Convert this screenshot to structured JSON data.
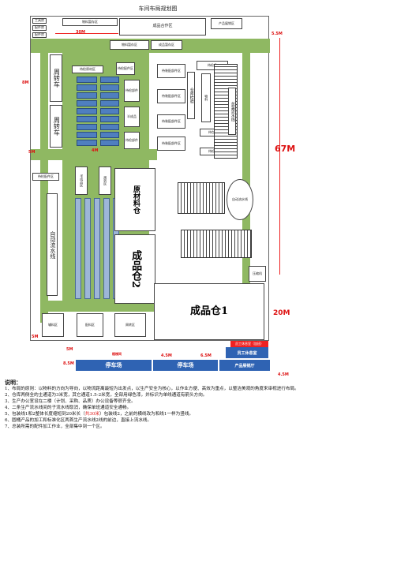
{
  "title": "车间布局规划图",
  "areas": {
    "top_left_small": [
      "工具房",
      "配件房",
      "配件房"
    ],
    "top_row": [
      "物料暂存区",
      "物料暂存区",
      "成品暂存区",
      "产品展销区"
    ],
    "cooperative": "成品合作区",
    "left_turnover_1": "周转车",
    "left_turnover_2": "周转车",
    "material_zone": "待检原材区",
    "parts_zone": "待检配件区",
    "pending_1": "待检部件",
    "pending_2": "半成品",
    "pending_3": "待检部件",
    "qc": "待检品",
    "packing": "待包材",
    "mid_labels": [
      "待装配部件区",
      "待装配部件区",
      "待装配部件区",
      "待装配部件区"
    ],
    "inspection_a": "仓库检验",
    "inspection_b": "待检区",
    "assembly": "总装流水线",
    "assembly_sub": "物料",
    "auto_line_left": "自动流水线",
    "semi_finished": "半成品区",
    "turnover_zone": "周转区",
    "shared": "共享区",
    "material_warehouse": "原材料仓",
    "finished_warehouse_2": "成品仓2",
    "finished_warehouse_1": "成品仓1",
    "auto_round": "自动流水线",
    "packing_line": "包装线",
    "left_bottom": [
      "辅料区",
      "配料区",
      "周转区"
    ],
    "left_parts": "待检配件区",
    "right_bottom_box": "压缩机"
  },
  "dimensions": {
    "top": "30M",
    "top_right": "5.5M",
    "right_main": "67M",
    "right_lower": "20M",
    "bottom_left": "5M",
    "bottom_mid": "5M",
    "bottom_right": "4.5M",
    "left_upper": "8M",
    "left_mid": "5M",
    "middle_gap": "4M",
    "bottom_dims": [
      "8.5M",
      "4.5M",
      "6.5M"
    ]
  },
  "bottom": {
    "bar_1": "停车场",
    "bar_2": "停车场",
    "bar_3": "产品展销厅",
    "box_label": "员工休息室",
    "box_note": "员工休息室（加班）",
    "stairs": "楼梯间"
  },
  "notes": {
    "heading": "说明：",
    "lines": [
      "1、布局的原则：以物料的方向为导向，以物流距离最短为出发点，以生产安全为核心，以作业方便、高效为重点，以整洁美观的角度来审视进行布局。",
      "2、仓库两侧全的主通道为3米宽，其它通道1.5-2米宽，全部用绿色漆，并标识为单线通道有箭头方向。",
      "3、生产办公室设在二楼（计划、采购、品质）办公设备等很齐全。",
      "4、二条生产流水线间的子流水线取消，确保单班通道安全通畅。",
      "5、包装线1和2整体长度缩短到20米长（",
      "6、圆桶产品的加工和标准化区两首生产流水线2线的前边，直接上流水线。",
      "7、总装所需的配件加工作业，全部集中到一个区。"
    ],
    "line5_highlight": "共30米",
    "line5_tail": "）包装线2，之前的横线改为和线1一样为竖线。"
  }
}
